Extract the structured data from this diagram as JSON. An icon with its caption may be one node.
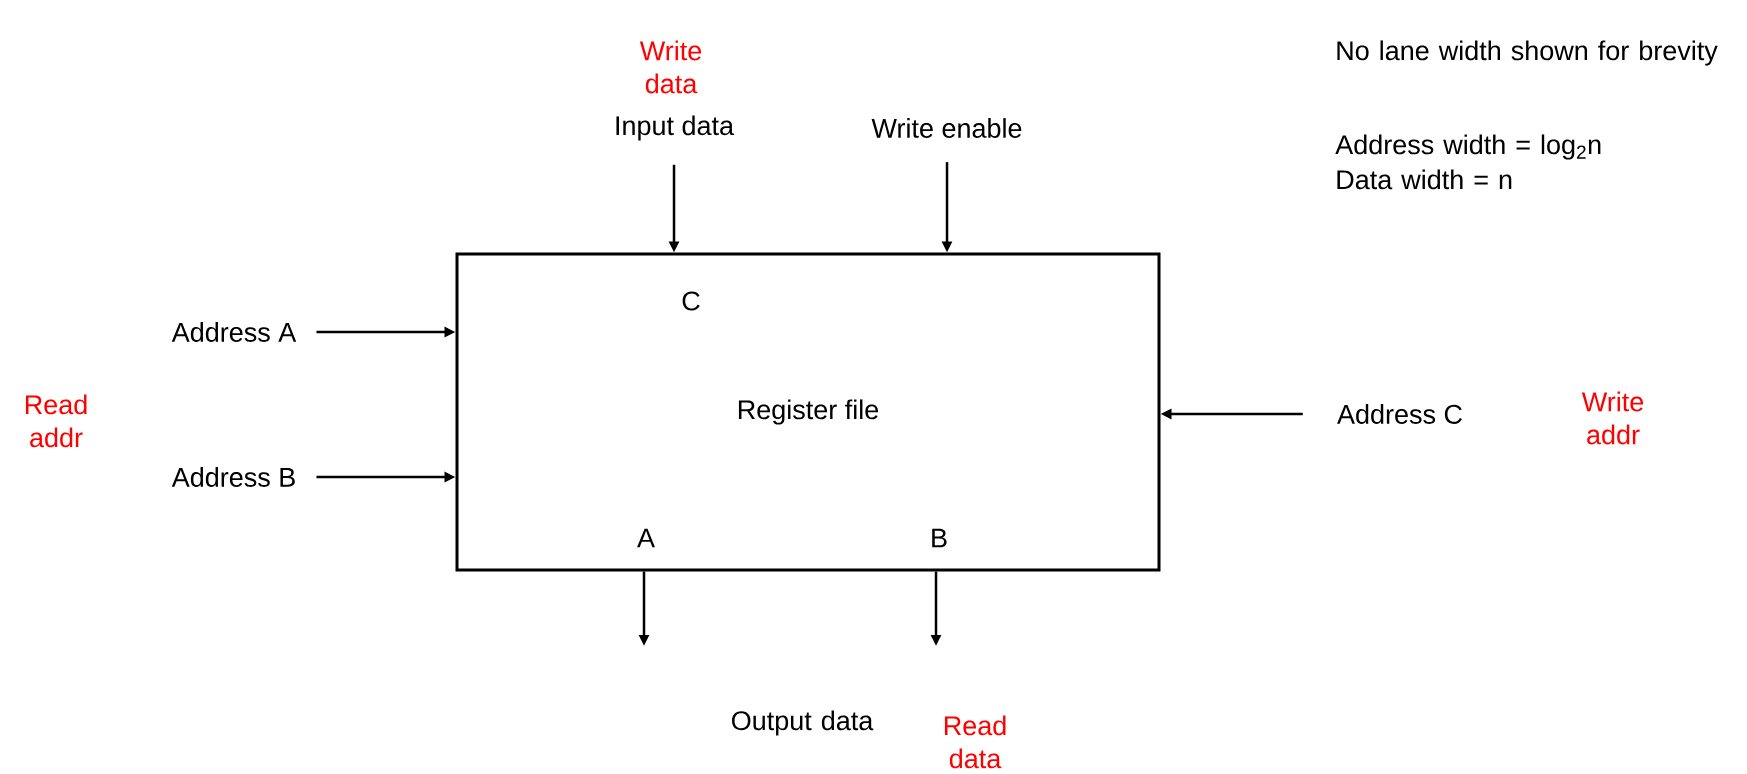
{
  "diagram": {
    "nodes": [
      {
        "text": [
          "Register file",
          "C",
          "A",
          "B"
        ]
      },
      {
        "text": [
          "Input data"
        ],
        "beside": [
          "Write data"
        ]
      },
      {
        "text": [
          "Write enable"
        ]
      },
      {
        "text": [
          "Address A"
        ]
      },
      {
        "text": [
          "Address B"
        ]
      },
      {
        "text": [
          "Address C"
        ],
        "beside": [
          "Write addr"
        ]
      }
    ],
    "edges": [
      {
        "from": 1,
        "to": 0,
        "arrow": "to"
      },
      {
        "from": 2,
        "to": 0,
        "arrow": "to"
      },
      {
        "from": 3,
        "to": 0,
        "arrow": "to"
      },
      {
        "from": 4,
        "to": 0,
        "arrow": "to"
      },
      {
        "from": 5,
        "to": 0,
        "arrow": "to"
      },
      {
        "from": 0,
        "to": null,
        "arrow": "to"
      },
      {
        "from": 0,
        "to": null,
        "arrow": "to"
      }
    ],
    "labels": [
      "Read addr",
      "Output data",
      "Read data",
      "No lane width shown for brevity",
      "Address width = log$_{2}$n",
      "Data width = n"
    ]
  }
}
